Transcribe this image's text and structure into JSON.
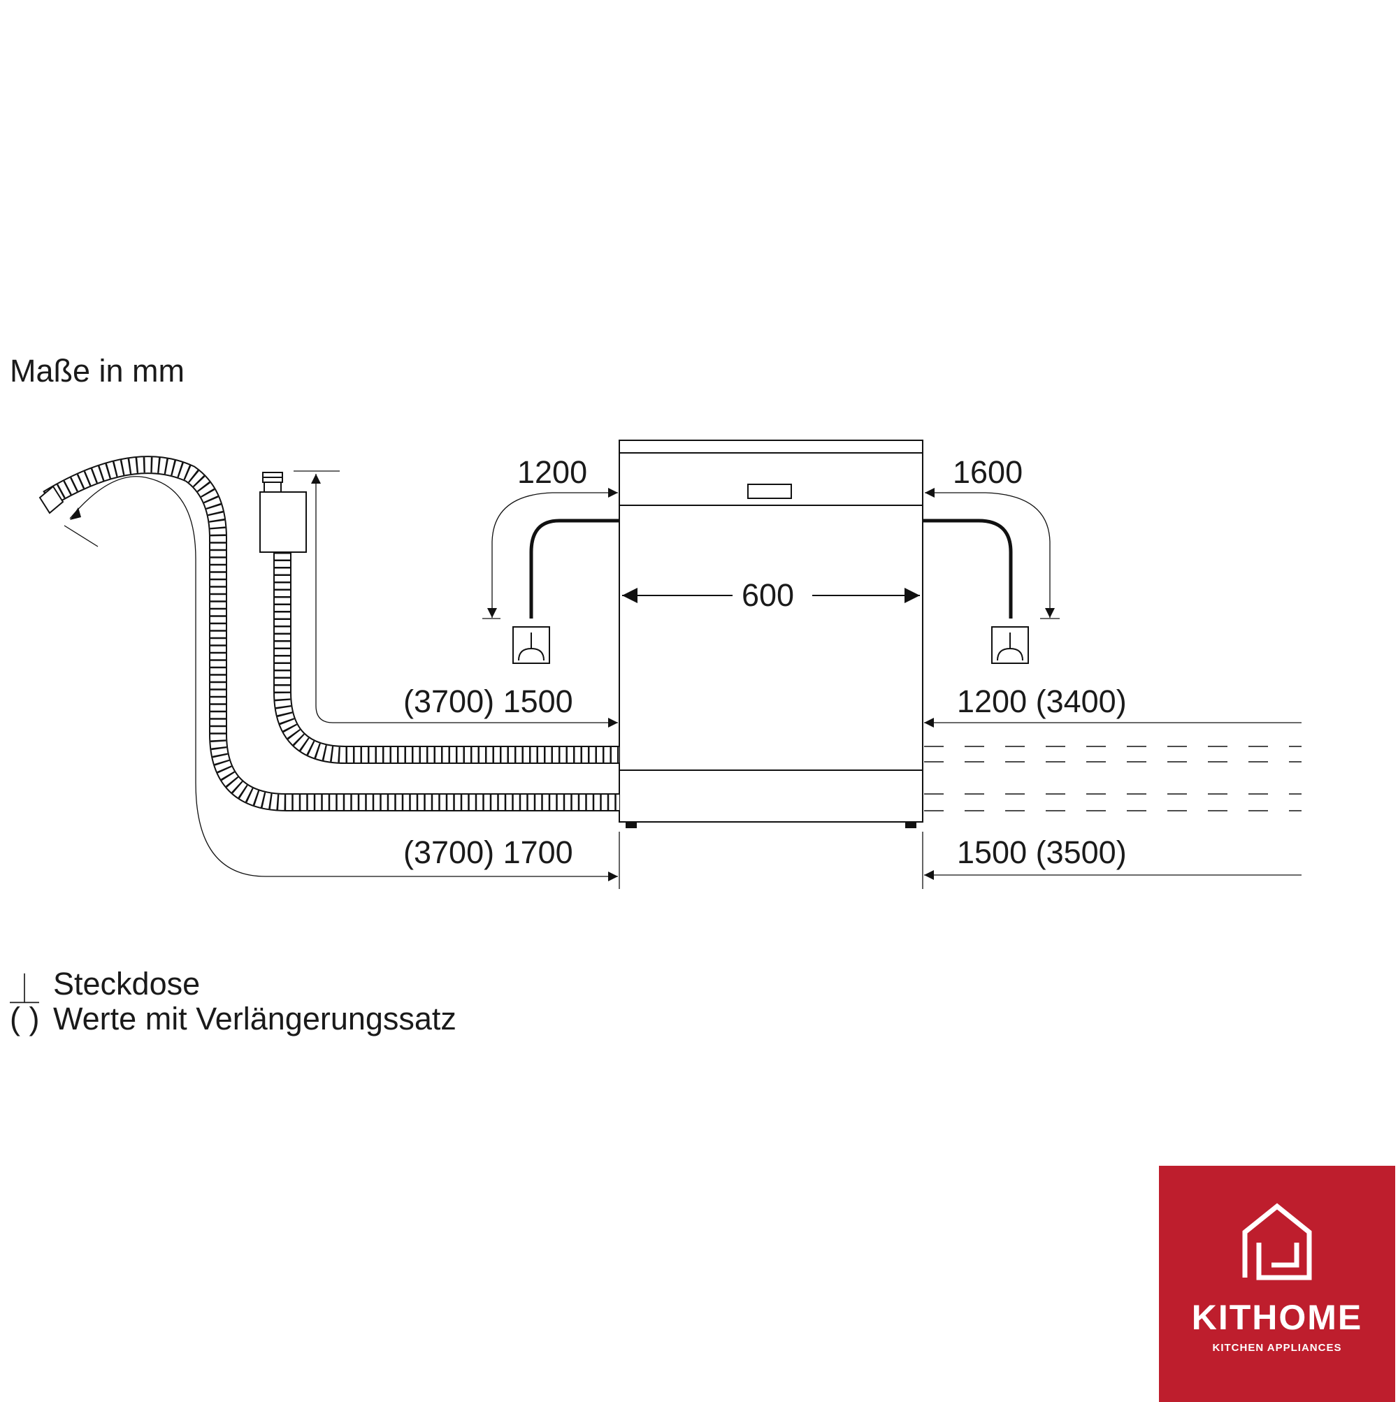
{
  "header": {
    "units_label": "Maße in mm"
  },
  "dimensions": {
    "power_left": "1200",
    "power_right": "1600",
    "width": "600",
    "inlet_left": "(3700) 1500",
    "inlet_right": "1200 (3400)",
    "drain_left": "(3700) 1700",
    "drain_right": "1500 (3500)"
  },
  "legend": {
    "socket": "Steckdose",
    "socket_symbol": "⏊",
    "extension_symbol": "( )",
    "extension": "Werte mit Verlängerungssatz"
  },
  "logo": {
    "name": "KITHOME",
    "tagline": "KITCHEN APPLIANCES",
    "color": "#be1e2d"
  }
}
